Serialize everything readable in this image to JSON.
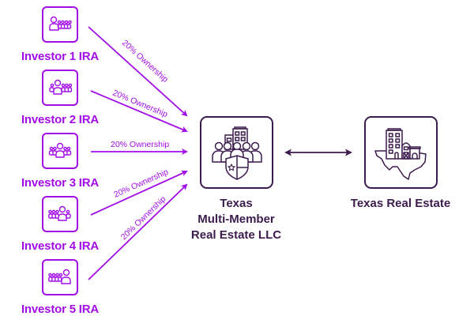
{
  "colors": {
    "accent": "#a10ee6",
    "dark": "#3b1c4d",
    "background": "#ffffff"
  },
  "investors": [
    {
      "label": "Investor 1 IRA",
      "ownership": "20% Ownership",
      "icon": "group-left-person-icon"
    },
    {
      "label": "Investor 2 IRA",
      "ownership": "20% Ownership",
      "icon": "group-center-left-person-icon"
    },
    {
      "label": "Investor 3 IRA",
      "ownership": "20% Ownership",
      "icon": "group-center-person-icon"
    },
    {
      "label": "Investor 4 IRA",
      "ownership": "20% Ownership",
      "icon": "group-center-right-person-icon"
    },
    {
      "label": "Investor 5 IRA",
      "ownership": "20% Ownership",
      "icon": "group-right-person-icon"
    }
  ],
  "llc": {
    "label_lines": [
      "Texas",
      "Multi-Member",
      "Real Estate LLC"
    ],
    "icon": "members-buildings-shield-icon"
  },
  "property": {
    "label": "Texas Real Estate",
    "icon": "texas-buildings-icon"
  },
  "connector": {
    "type": "bidirectional-arrow"
  }
}
